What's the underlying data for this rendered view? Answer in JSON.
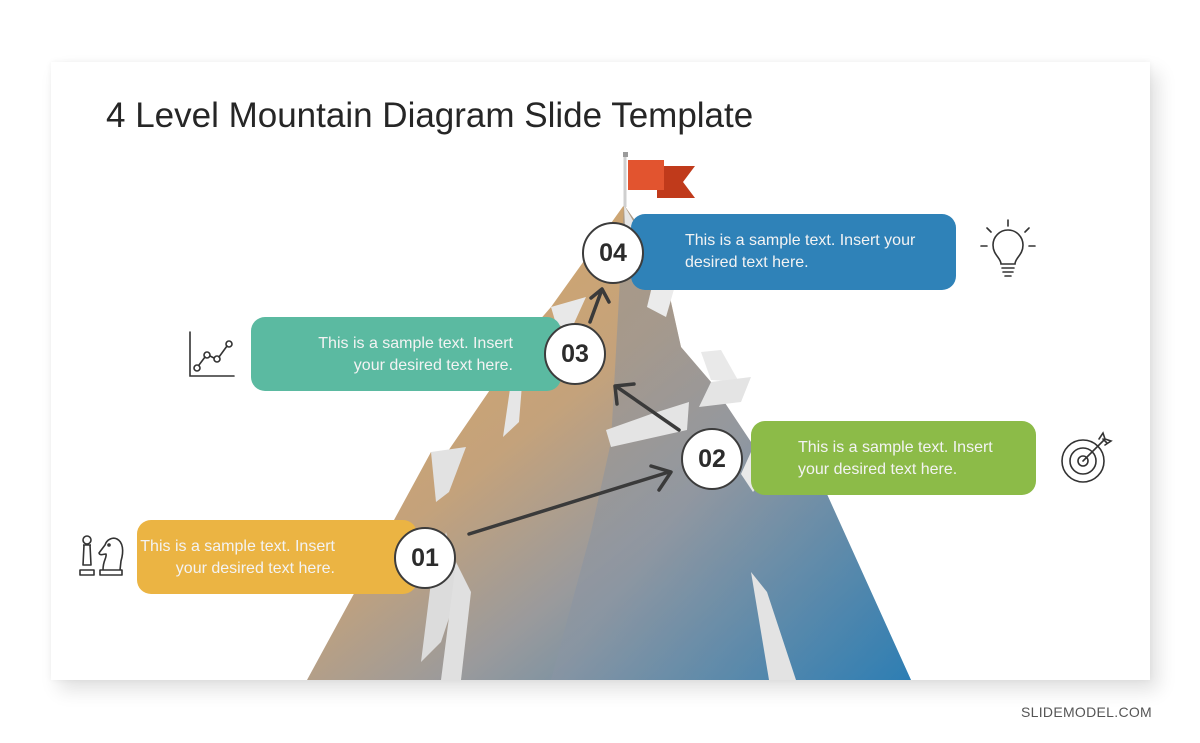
{
  "slide": {
    "title": "4 Level Mountain Diagram Slide Template"
  },
  "levels": [
    {
      "number": "01",
      "text": "This is a sample text. Insert\nyour desired text here.",
      "color": "#ebb443",
      "icon": "chess-pieces-icon"
    },
    {
      "number": "02",
      "text": "This is a sample text. Insert\nyour desired text here.",
      "color": "#8cbb48",
      "icon": "target-dart-icon"
    },
    {
      "number": "03",
      "text": "This is a sample text. Insert\nyour desired text here.",
      "color": "#5bbaa1",
      "icon": "line-graph-icon"
    },
    {
      "number": "04",
      "text": "This is a sample text. Insert your\ndesired text here.",
      "color": "#2f82b8",
      "icon": "lightbulb-icon"
    }
  ],
  "flag_color": "#e2542f",
  "footer": "SLIDEMODEL.COM"
}
